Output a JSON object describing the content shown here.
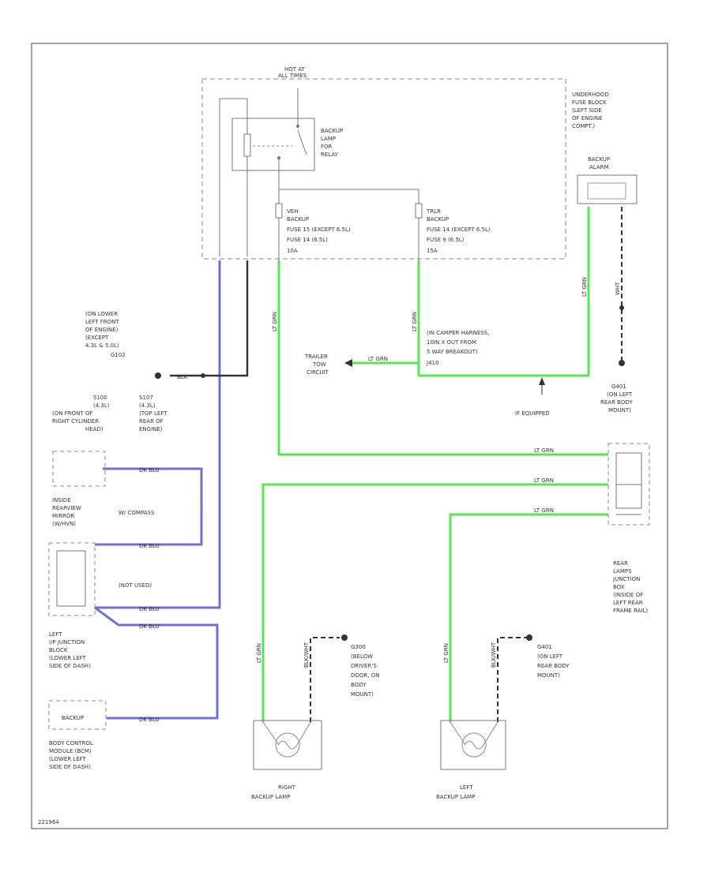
{
  "diagram": {
    "top_label_line1": "HOT AT",
    "top_label_line2": "ALL TIMES",
    "underhood_fuse_block": [
      "UNDERHOOD",
      "FUSE BLOCK",
      "(LEFT SIDE",
      "OF ENGINE",
      "COMPT.)"
    ],
    "backup_relay": [
      "BACKUP",
      "LAMP",
      "FOR",
      "RELAY"
    ],
    "fuse_left": [
      "VEH",
      "BACKUP",
      "FUSE 15   (EXCEPT 6.5L)",
      "FUSE 14   (6.5L)",
      "10A"
    ],
    "fuse_right": [
      "TRLR",
      "BACKUP",
      "FUSE 14   (EXCEPT 6.5L)",
      "FUSE 9    (6.5L)",
      "15A"
    ],
    "backup_alarm": [
      "BACKUP",
      "ALARM"
    ],
    "ground_engine": [
      "(ON LOWER",
      "LEFT FRONT",
      "OF ENGINE)",
      "(EXCEPT",
      "4.3L & 5.0L)"
    ],
    "ground_engine_id": "G102",
    "splice_s100": [
      "S100",
      "(4.3L)",
      "(ON FRONT OF",
      "RIGHT CYLINDER",
      "HEAD)"
    ],
    "splice_s107": [
      "S107",
      "(4.3L)",
      "(TOP LEFT",
      "REAR OF",
      "ENGINE)"
    ],
    "trailer_harness": [
      "(IN CAMPER HARNESS,",
      "10IN X OUT FROM",
      "5 WAY BREAKOUT)"
    ],
    "trailer_harness_id": "J410",
    "trailer_circuit": [
      "TRAILER",
      "TOW",
      "CIRCUIT"
    ],
    "if_equipped": "IF EQUIPPED",
    "ground_rear_body": [
      "G401",
      "(ON LEFT",
      "REAR BODY",
      "MOUNT)"
    ],
    "rear_junction_box": [
      "REAR",
      "LAMPS",
      "JUNCTION",
      "BOX",
      "(INSIDE OF",
      "LEFT REAR",
      "FRAME RAIL)"
    ],
    "mirror": [
      "INSIDE",
      "REARVIEW",
      "MIRROR",
      "(W/HVN)"
    ],
    "mirror_note": "W/ COMPASS",
    "not_used": "(NOT USED)",
    "junction_block": [
      "LEFT",
      "I/P JUNCTION",
      "BLOCK",
      "(LOWER LEFT",
      "SIDE OF DASH)"
    ],
    "bcm_label": "BACKUP",
    "bcm": [
      "BODY CONTROL",
      "MODULE (BCM)",
      "(LOWER LEFT",
      "SIDE OF DASH)"
    ],
    "ground_g300": [
      "G300",
      "(BELOW",
      "DRIVER'S",
      "DOOR, ON",
      "BODY",
      "MOUNT)"
    ],
    "ground_g401b": [
      "G401",
      "(ON LEFT",
      "REAR BODY",
      "MOUNT)"
    ],
    "right_lamp": [
      "RIGHT",
      "BACKUP LAMP"
    ],
    "left_lamp": [
      "LEFT",
      "BACKUP LAMP"
    ],
    "wire_ltgrn": "LT GRN",
    "wire_blk": "BLK",
    "wire_blkwht": "BLK/WHT",
    "wire_dkblu": "DK BLU",
    "wire_wht": "WHT",
    "footer": "221964",
    "colors": {
      "green": "#55e655",
      "blue": "#6f6fd6",
      "black": "#333333",
      "gray": "#888888"
    }
  }
}
